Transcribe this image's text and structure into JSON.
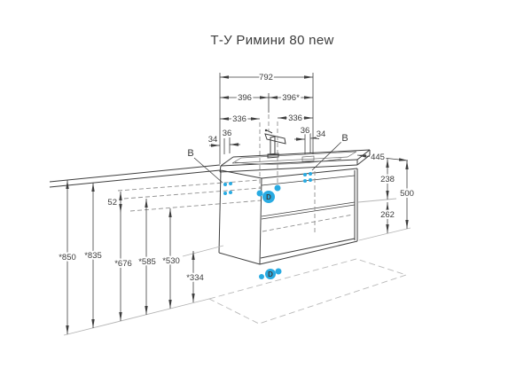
{
  "title": "Т-У Римини 80 new",
  "colors": {
    "accent": "#29abe2",
    "accent_light": "#b3e7f7",
    "line": "#3e3e3e"
  },
  "dims": {
    "total_width": "792",
    "half_left": "396",
    "half_right": "396*",
    "hole_offset_left": "336",
    "hole_offset_right": "336",
    "edge_34_left": "34",
    "edge_36_left": "36",
    "edge_36_right": "36",
    "edge_34_right": "34",
    "depth": "445",
    "top_to_divider": "238",
    "height_total": "500",
    "divider_to_bottom": "262",
    "rail_gap": "52",
    "wall_top": "*850",
    "wall_bottom": "*835",
    "floor_676": "*676",
    "floor_585": "*585",
    "floor_530": "*530",
    "floor_334": "*334"
  },
  "markers": {
    "hole_label_left": "В",
    "hole_label_right": "В",
    "big_dot_mark": "D"
  }
}
